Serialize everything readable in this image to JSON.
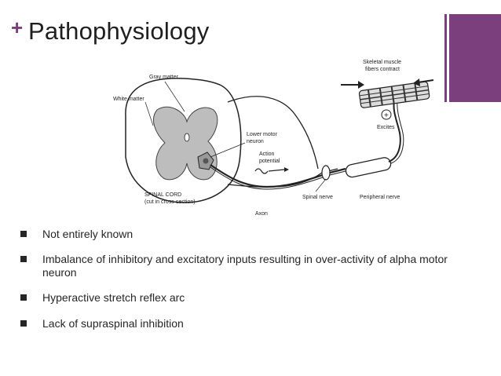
{
  "slide": {
    "title": "Pathophysiology",
    "plus_symbol": "+",
    "accent_color": "#7a3f7c"
  },
  "diagram": {
    "labels": {
      "gray_matter": "Gray matter",
      "white_matter": "White matter",
      "lower_motor_neuron_1": "Lower motor",
      "lower_motor_neuron_2": "neuron",
      "action_potential_1": "Action",
      "action_potential_2": "potential",
      "spinal_cord_1": "SPINAL CORD",
      "spinal_cord_2": "(cut in cross-section)",
      "axon": "Axon",
      "spinal_nerve": "Spinal nerve",
      "peripheral_nerve": "Peripheral nerve",
      "skeletal_muscle_1": "Skeletal muscle",
      "skeletal_muscle_2": "fibers contract",
      "excites": "Excites",
      "plus_sign": "+"
    }
  },
  "bullets": [
    "Not entirely known",
    "Imbalance of inhibitory and excitatory inputs resulting in over-activity of alpha motor neuron",
    "Hyperactive stretch reflex arc",
    "Lack of supraspinal inhibition"
  ]
}
